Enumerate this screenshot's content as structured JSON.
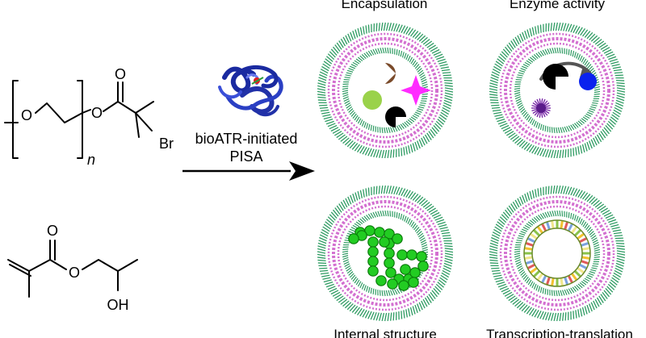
{
  "panels": [
    {
      "id": "encapsulation",
      "title": "Encapsulation"
    },
    {
      "id": "enzyme",
      "title": "Enzyme activity"
    },
    {
      "id": "internal",
      "title": "Internal structure"
    },
    {
      "id": "transcription",
      "title": "Transcription-translation"
    }
  ],
  "reaction": {
    "line1": "bioATR-initiated",
    "line2": "PISA"
  },
  "peg": {
    "o1": "O",
    "o2": "O",
    "o3": "O",
    "br": "Br",
    "n": "n"
  },
  "hpma": {
    "o1": "O",
    "o2": "O",
    "oh": "OH"
  },
  "colors": {
    "membrane_green": "#2e9b62",
    "membrane_pink": "#d36fd0",
    "enzyme_blue": "#2131a8",
    "ball_green": "#22cc22",
    "magenta_star": "#ff2bff",
    "lime": "#9ad24a",
    "brown": "#7a4a2a",
    "blue_dot": "#0a22ee",
    "purple": "#7a2aa8"
  }
}
